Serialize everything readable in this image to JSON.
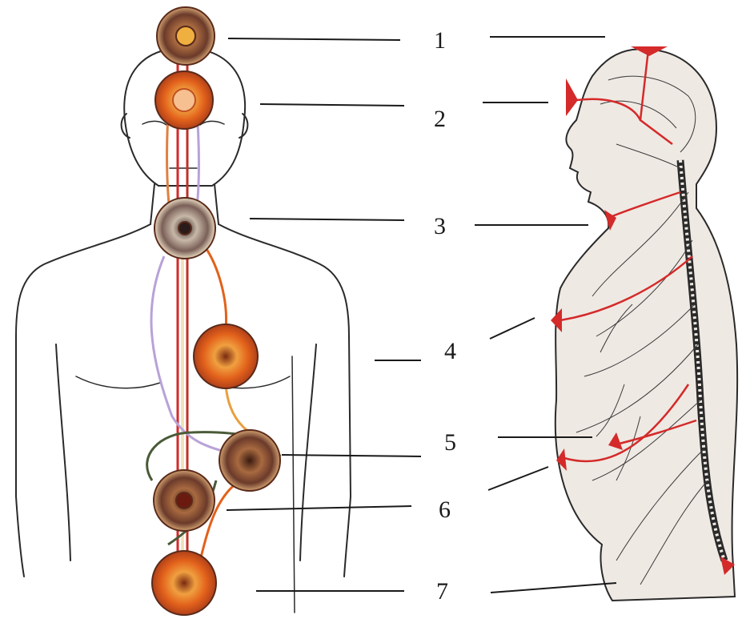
{
  "diagram": {
    "labels": [
      "1",
      "2",
      "3",
      "4",
      "5",
      "6",
      "7"
    ],
    "colors": {
      "outline": "#2a2a2a",
      "nerve_red": "#d42a2a",
      "chakra_orange": "#e2611b",
      "chakra_dark": "#6b3a2a",
      "chakra_gold": "#f0b040",
      "skin_fill": "#efe9e3",
      "channel_lilac": "#b8a2d8",
      "channel_cream": "#f2e0b8"
    },
    "icons": {
      "front_figure": "human-body-front-icon",
      "side_figure": "human-body-side-nervous-system-icon",
      "chakra": "chakra-wheel-icon",
      "plexus_marker": "red-triangle-marker-icon"
    }
  }
}
